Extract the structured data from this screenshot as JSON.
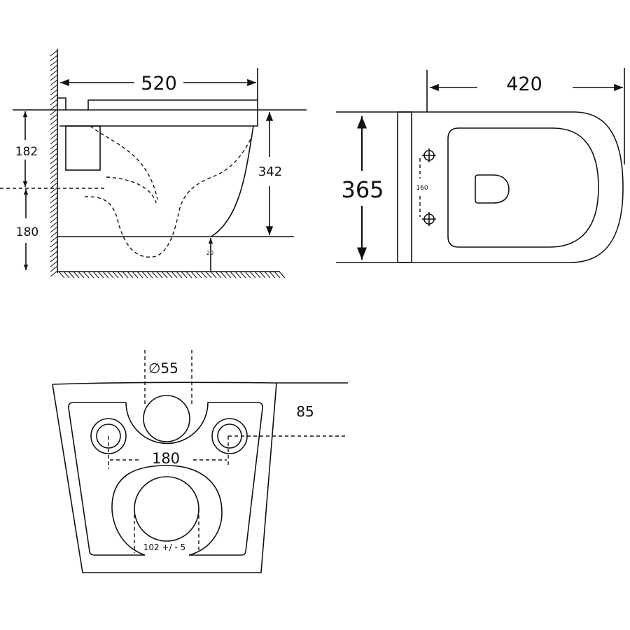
{
  "side_view": {
    "width_label": "520",
    "upper_height_label": "182",
    "lower_height_label": "180",
    "bowl_height_label": "342",
    "gap_label": "20"
  },
  "top_view": {
    "width_label": "420",
    "depth_label": "365",
    "bolt_spacing_label": "160"
  },
  "rear_view": {
    "inlet_diameter_label": "∅55",
    "inlet_height_label": "85",
    "bolt_spacing_label": "180",
    "outlet_label": "102 +/ - 5"
  }
}
